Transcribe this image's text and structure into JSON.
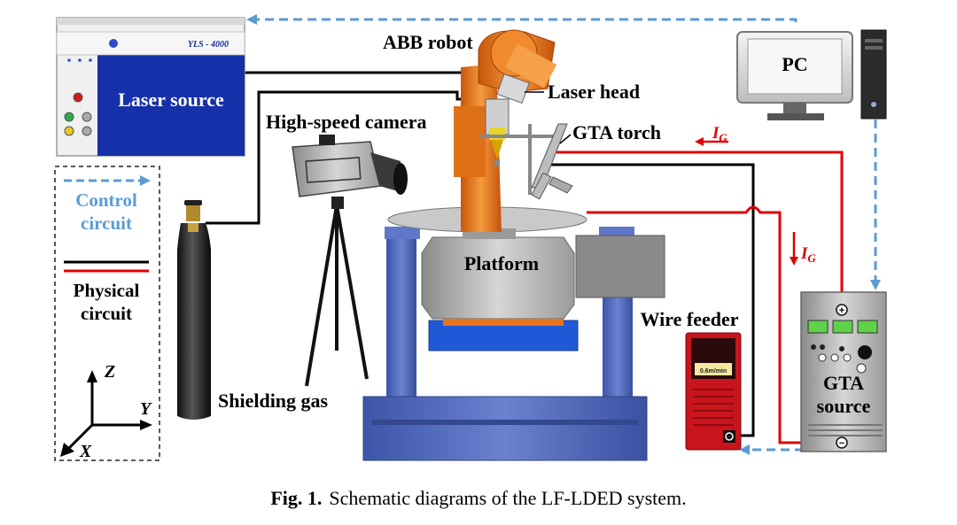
{
  "labels": {
    "abb_robot": "ABB robot",
    "laser_head": "Laser head",
    "high_speed_camera": "High-speed camera",
    "gta_torch": "GTA torch",
    "laser_source": "Laser source",
    "laser_model": "YLS - 4000",
    "pc": "PC",
    "platform": "Platform",
    "wire_feeder": "Wire feeder",
    "wire_feeder_display": "0.6m/min",
    "shielding_gas": "Shielding gas",
    "gta_source_line1": "GTA",
    "gta_source_line2": "source",
    "current_symbol": "I",
    "current_subscript": "G",
    "plus_terminal": "+",
    "minus_terminal": "−"
  },
  "legend": {
    "control_line1": "Control",
    "control_line2": "circuit",
    "physical_line1": "Physical",
    "physical_line2": "circuit"
  },
  "axes": {
    "z": "Z",
    "y": "Y",
    "x": "X"
  },
  "caption": {
    "label": "Fig. 1.",
    "text": "Schematic diagrams of the LF-LDED system."
  },
  "colors": {
    "control_circuit": "#5b9bd5",
    "physical_circuit_red": "#e00000",
    "physical_circuit_black": "#000000",
    "laser_panel": "#1530a8",
    "robot": "#e8741c",
    "platform_base": "#4a62b8",
    "wire_feeder": "#c8141c"
  }
}
